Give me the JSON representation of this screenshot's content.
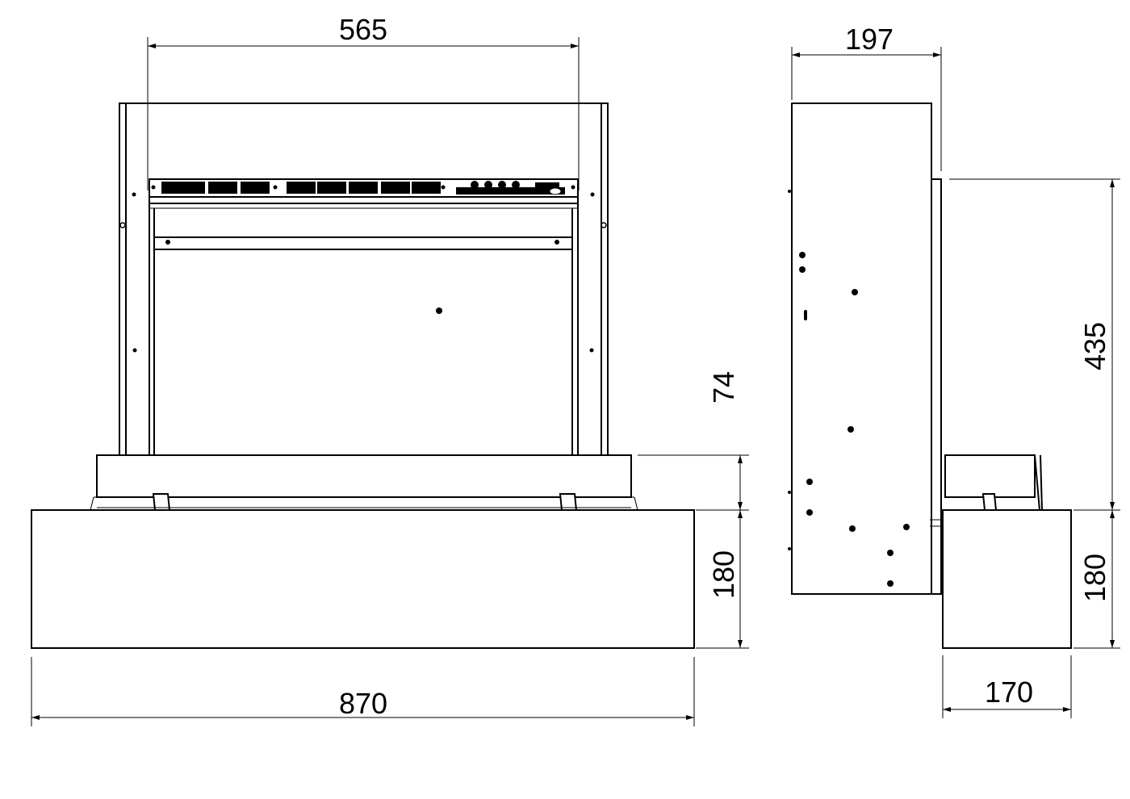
{
  "dimensions": {
    "front_inner_width": "565",
    "front_total_width": "870",
    "front_tray_height": "74",
    "front_base_height": "180",
    "side_top_depth": "197",
    "side_body_height": "435",
    "side_base_height": "180",
    "side_base_depth": "170"
  }
}
